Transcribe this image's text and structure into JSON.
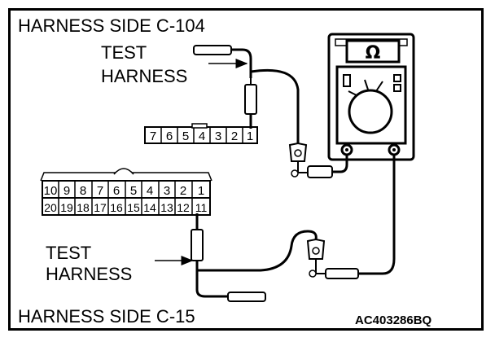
{
  "titles": {
    "top": "HARNESS SIDE C-104",
    "bottom": "HARNESS SIDE C-15"
  },
  "labels": {
    "test_harness_top_line1": "TEST",
    "test_harness_top_line2": "HARNESS",
    "test_harness_bottom_line1": "TEST",
    "test_harness_bottom_line2": "HARNESS"
  },
  "meter": {
    "symbol": "Ω"
  },
  "figure_code": "AC403286BQ",
  "connector_c104": {
    "pins": [
      "7",
      "6",
      "5",
      "4",
      "3",
      "2",
      "1"
    ]
  },
  "connector_c15": {
    "row_top": [
      "10",
      "9",
      "8",
      "7",
      "6",
      "5",
      "4",
      "3",
      "2",
      "1"
    ],
    "row_bottom": [
      "20",
      "19",
      "18",
      "17",
      "16",
      "15",
      "14",
      "13",
      "12",
      "11"
    ]
  }
}
